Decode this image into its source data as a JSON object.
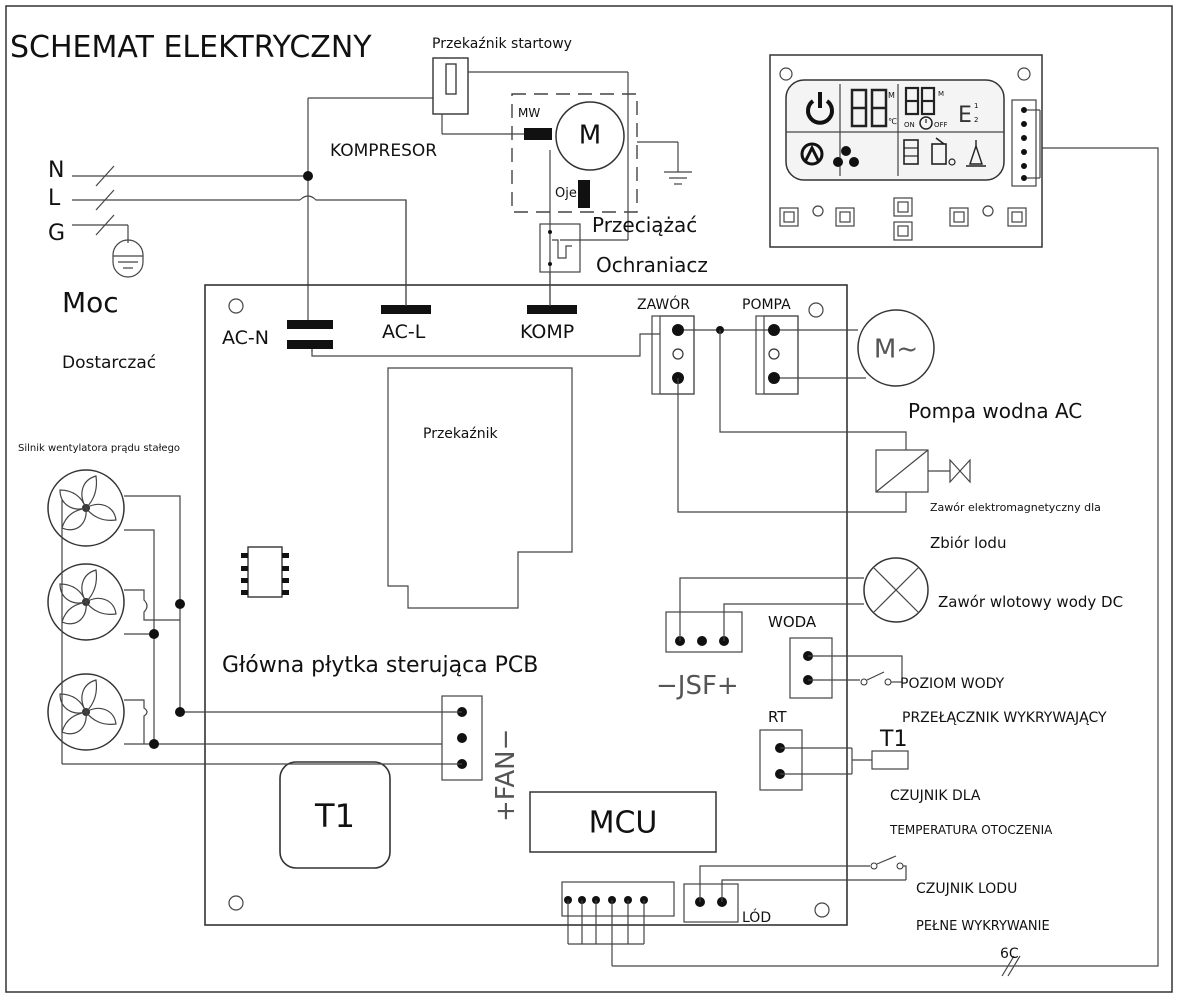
{
  "title": "SCHEMAT ELEKTRYCZNY",
  "power": {
    "n": "N",
    "l": "L",
    "g": "G",
    "moc": "Moc",
    "dostarczac": "Dostarczać"
  },
  "compressor": {
    "start_relay": "Przekaźnik startowy",
    "label": "KOMPRESOR",
    "mw": "MW",
    "motor": "M",
    "oje": "Oje",
    "overload_1": "Przeciążać",
    "overload_2": "Ochraniacz"
  },
  "pcb": {
    "ac_n": "AC-N",
    "ac_l": "AC-L",
    "komp": "KOMP",
    "zawor": "ZAWÓR",
    "pompa": "POMPA",
    "relay": "Przekaźnik",
    "main_board": "Główna płytka sterująca PCB",
    "jsf": "−JSF+",
    "fan": "+FAN−",
    "t1_box": "T1",
    "mcu": "MCU",
    "woda": "WODA",
    "rt": "RT",
    "lod": "LÓD"
  },
  "peripherals": {
    "pump_motor": "M~",
    "pump": "Pompa wodna AC",
    "solenoid": "Zawór elektromagnetyczny dla",
    "ice_collect": "Zbiór lodu",
    "inlet_valve": "Zawór wlotowy wody DC",
    "water_level": "POZIOM WODY",
    "detect_switch": "PRZEŁĄCZNIK WYKRYWAJĄCY",
    "t1_sensor": "T1",
    "ambient_1": "CZUJNIK DLA",
    "ambient_2": "TEMPERATURA OTOCZENIA",
    "ice_sensor_1": "CZUJNIK LODU",
    "ice_sensor_2": "PEŁNE WYKRYWANIE",
    "cable": "6C",
    "dc_fan": "Silnik wentylatora prądu stałego"
  },
  "display": {
    "small_label_m": "M",
    "small_label_c": "℃",
    "on": "ON",
    "off": "OFF",
    "e_1": "1",
    "e_2": "2"
  }
}
